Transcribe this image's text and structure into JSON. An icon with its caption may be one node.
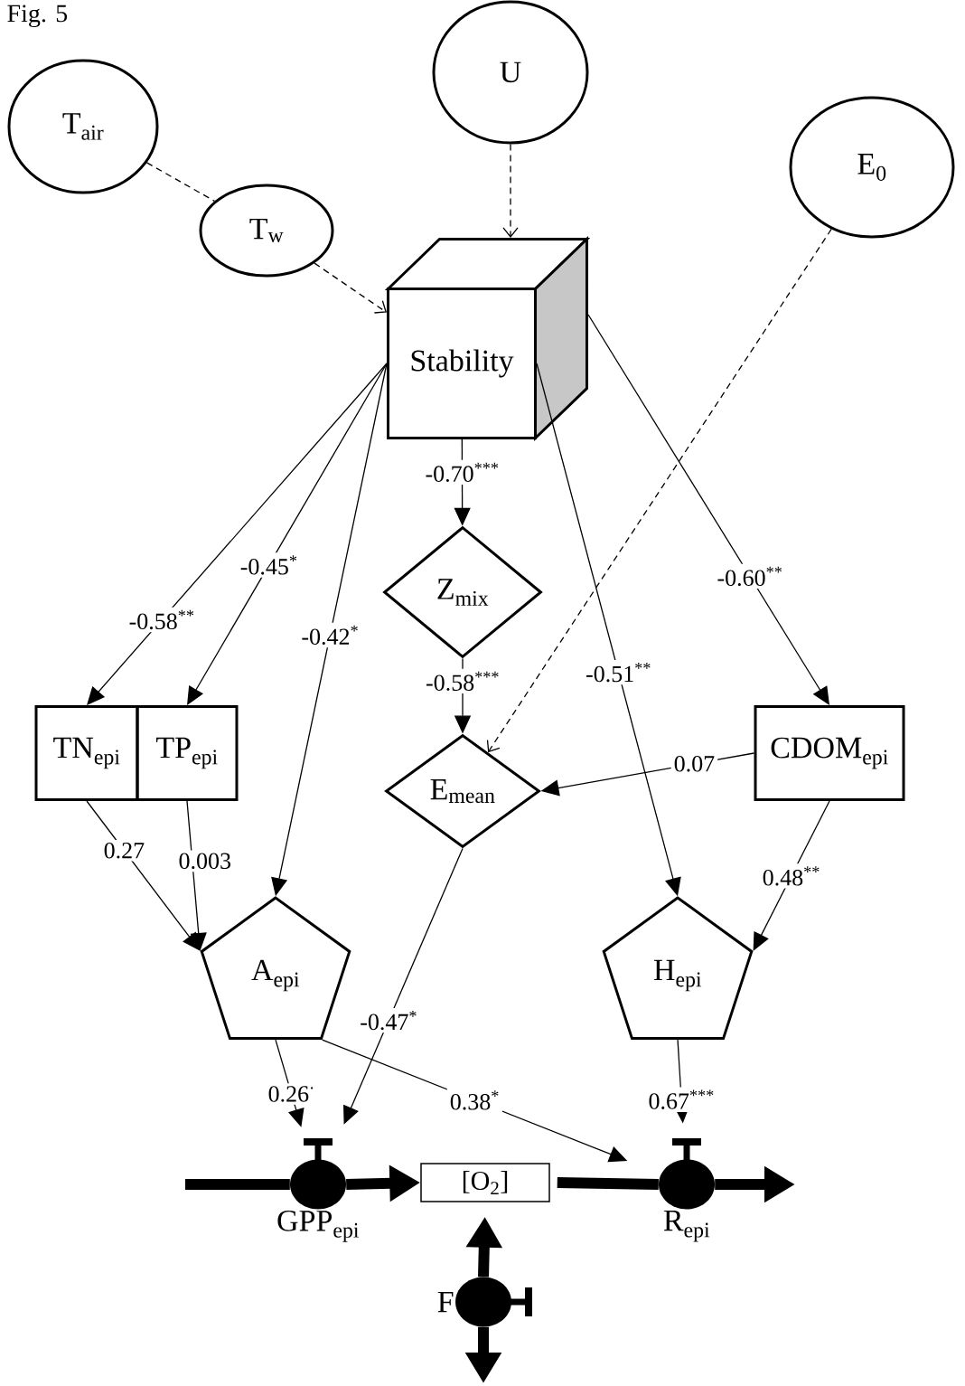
{
  "diagram": {
    "title": "Fig. 5",
    "nodes": [
      {
        "text": [
          "T$_{air}$"
        ]
      },
      {
        "text": [
          "T$_{w}$"
        ]
      },
      {
        "text": [
          "U"
        ]
      },
      {
        "text": [
          "E$_{0}$"
        ]
      },
      {
        "text": [
          "Stability"
        ]
      },
      {
        "text": [
          "Z$_{mix}$"
        ]
      },
      {
        "text": [
          "TN$_{epi}$"
        ]
      },
      {
        "text": [
          "TP$_{epi}$"
        ]
      },
      {
        "text": [
          "E$_{mean}$"
        ]
      },
      {
        "text": [
          "CDOM$_{epi}$"
        ]
      },
      {
        "text": [
          "A$_{epi}$"
        ]
      },
      {
        "text": [
          "H$_{epi}$"
        ]
      },
      {
        "text": [
          "GPP$_{epi}$"
        ]
      },
      {
        "text": [
          "[O$_{2}$]"
        ]
      },
      {
        "text": [
          "R$_{epi}$"
        ]
      },
      {
        "text": [
          "F"
        ]
      }
    ],
    "edges": [
      {
        "from": 0,
        "to": 1,
        "arrow": "none",
        "style": "dashed"
      },
      {
        "from": 1,
        "to": 4,
        "arrow": "to",
        "style": "dashed"
      },
      {
        "from": 2,
        "to": 4,
        "arrow": "to",
        "style": "dashed"
      },
      {
        "from": 3,
        "to": 8,
        "arrow": "to",
        "style": "dashed"
      },
      {
        "from": 4,
        "to": 6,
        "arrow": "to",
        "label": "-0.58$^{**}$"
      },
      {
        "from": 4,
        "to": 7,
        "arrow": "to",
        "label": "-0.45$^{*}$"
      },
      {
        "from": 4,
        "to": 10,
        "arrow": "to",
        "label": "-0.42$^{*}$"
      },
      {
        "from": 4,
        "to": 5,
        "arrow": "to",
        "label": "-0.70$^{***}$"
      },
      {
        "from": 5,
        "to": 8,
        "arrow": "to",
        "label": "-0.58$^{***}$"
      },
      {
        "from": 4,
        "to": 11,
        "arrow": "to",
        "label": "-0.51$^{**}$"
      },
      {
        "from": 4,
        "to": 9,
        "arrow": "to",
        "label": "-0.60$^{**}$"
      },
      {
        "from": 9,
        "to": 8,
        "arrow": "to",
        "label": "0.07"
      },
      {
        "from": 6,
        "to": 10,
        "arrow": "to",
        "label": "0.27"
      },
      {
        "from": 7,
        "to": 10,
        "arrow": "to",
        "label": "0.003"
      },
      {
        "from": 9,
        "to": 11,
        "arrow": "to",
        "label": "0.48$^{**}$"
      },
      {
        "from": 8,
        "to": 12,
        "arrow": "to",
        "label": "-0.47$^{*}$"
      },
      {
        "from": 10,
        "to": 12,
        "arrow": "to",
        "label": "0.26$^{·}$"
      },
      {
        "from": 10,
        "to": 14,
        "arrow": "to",
        "label": "0.38$^{*}$"
      },
      {
        "from": 11,
        "to": 14,
        "arrow": "to",
        "label": "0.67$^{***}$"
      },
      {
        "from": null,
        "to": 12,
        "arrow": "none",
        "style": "thick"
      },
      {
        "from": 12,
        "to": 13,
        "arrow": "to",
        "style": "thick"
      },
      {
        "from": 13,
        "to": 14,
        "arrow": "none",
        "style": "thick"
      },
      {
        "from": 14,
        "to": null,
        "arrow": "to",
        "style": "thick"
      },
      {
        "from": 15,
        "to": 13,
        "arrow": "to",
        "style": "thick"
      },
      {
        "from": 15,
        "to": null,
        "arrow": "to",
        "style": "thick"
      }
    ]
  }
}
